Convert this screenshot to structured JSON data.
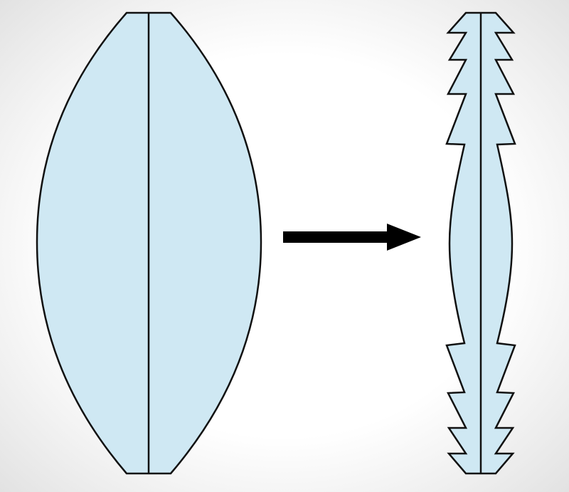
{
  "diagram": {
    "description_free": true,
    "colors": {
      "lens_fill": "#cfe8f3",
      "stroke": "#111111",
      "arrow": "#000000"
    },
    "elements": [
      "conventional-lens",
      "transform-arrow",
      "fresnel-lens"
    ]
  }
}
